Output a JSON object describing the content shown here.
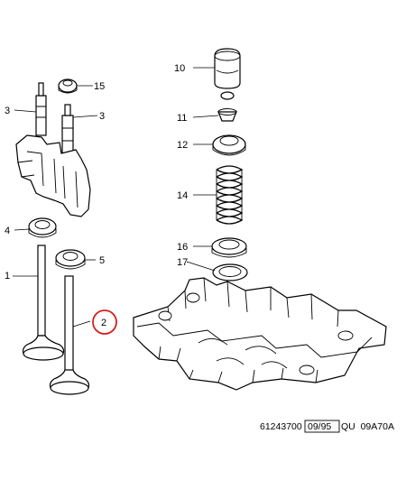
{
  "callouts": {
    "c1": "1",
    "c2": "2",
    "c3a": "3",
    "c3b": "3",
    "c4": "4",
    "c5": "5",
    "c10": "10",
    "c11": "11",
    "c12": "12",
    "c14": "14",
    "c15": "15",
    "c16": "16",
    "c17": "17"
  },
  "reference": {
    "number": "61243700",
    "date": "09/95",
    "code": "QU  09A70A"
  },
  "colors": {
    "highlight_circle": "#d62020",
    "line": "#000000",
    "background": "#ffffff"
  }
}
